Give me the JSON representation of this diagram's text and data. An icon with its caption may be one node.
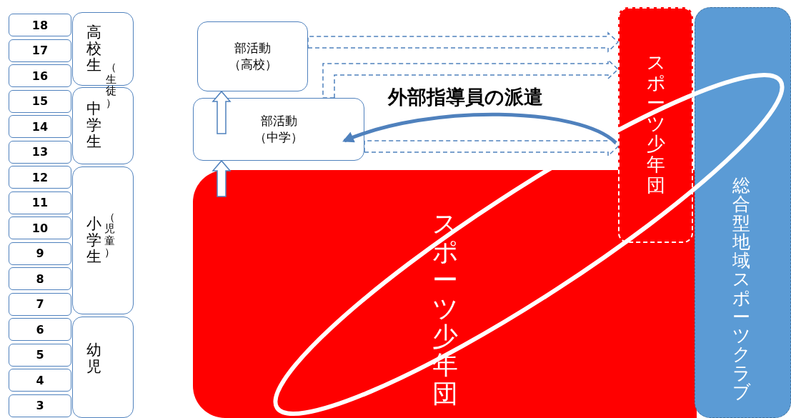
{
  "diagram": {
    "nodes": [
      {
        "text": [
          "18"
        ]
      },
      {
        "text": [
          "17"
        ]
      },
      {
        "text": [
          "16"
        ]
      },
      {
        "text": [
          "15"
        ]
      },
      {
        "text": [
          "14"
        ]
      },
      {
        "text": [
          "13"
        ]
      },
      {
        "text": [
          "12"
        ]
      },
      {
        "text": [
          "11"
        ]
      },
      {
        "text": [
          "10"
        ]
      },
      {
        "text": [
          "9"
        ]
      },
      {
        "text": [
          "8"
        ]
      },
      {
        "text": [
          "7"
        ]
      },
      {
        "text": [
          "6"
        ]
      },
      {
        "text": [
          "5"
        ]
      },
      {
        "text": [
          "4"
        ]
      },
      {
        "text": [
          "3"
        ]
      },
      {
        "text": [
          "高校生"
        ]
      },
      {
        "text": [
          "中学生"
        ]
      },
      {
        "text": [
          "小学生",
          "（児童）"
        ]
      },
      {
        "text": [
          "幼児"
        ]
      },
      {
        "text": [
          "スポーツ少年団"
        ]
      },
      {
        "text": [
          "部活動（高校）"
        ]
      },
      {
        "text": [
          "部活動（中学）"
        ]
      },
      {
        "text": [
          "スポーツ少年団"
        ]
      },
      {
        "text": [
          "総合型地域スポーツクラブ"
        ]
      }
    ],
    "edges": [
      {
        "from": 20,
        "to": 22,
        "arrow": "to"
      },
      {
        "from": 22,
        "to": 21,
        "arrow": "to"
      },
      {
        "from": 21,
        "to": 23,
        "arrow": "to",
        "style": "dashed"
      },
      {
        "from": 22,
        "to": 23,
        "arrow": "to",
        "style": "dashed"
      },
      {
        "from": 22,
        "to": 23,
        "arrow": "to",
        "style": "dashed"
      },
      {
        "from": 23,
        "to": 22,
        "arrow": "to",
        "label": "外部指導員の派遣"
      }
    ],
    "labels": [
      "（生徒）"
    ]
  }
}
